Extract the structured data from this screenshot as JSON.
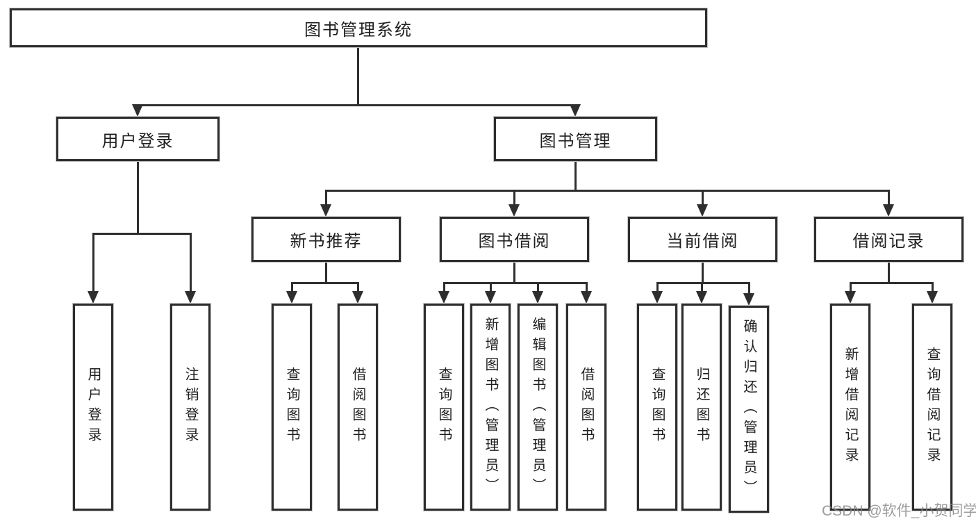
{
  "diagram": {
    "type": "hierarchy-tree",
    "colors": {
      "line": "#2e2e2e",
      "box_border": "#2e2e2e",
      "box_fill": "#ffffff",
      "text": "#1f1f1f",
      "watermark": "#868686"
    },
    "edges": {
      "root": [
        "login",
        "mgmt"
      ],
      "login": [
        "leaf_user_login",
        "leaf_logout"
      ],
      "mgmt": [
        "newbook",
        "borrow",
        "current",
        "record"
      ],
      "newbook": [
        "leaf_nb_query",
        "leaf_nb_borrow"
      ],
      "borrow": [
        "leaf_bw_query",
        "leaf_bw_add",
        "leaf_bw_edit",
        "leaf_bw_borrow"
      ],
      "current": [
        "leaf_cur_query",
        "leaf_cur_return",
        "leaf_cur_confirm"
      ],
      "record": [
        "leaf_rec_add",
        "leaf_rec_query"
      ]
    }
  },
  "nodes": {
    "root": {
      "label": "图书管理系统"
    },
    "login": {
      "label": "用户登录"
    },
    "mgmt": {
      "label": "图书管理"
    },
    "newbook": {
      "label": "新书推荐"
    },
    "borrow": {
      "label": "图书借阅"
    },
    "current": {
      "label": "当前借阅"
    },
    "record": {
      "label": "借阅记录"
    },
    "leaf_user_login": {
      "label": "用户登录"
    },
    "leaf_logout": {
      "label": "注销登录"
    },
    "leaf_nb_query": {
      "label": "查询图书"
    },
    "leaf_nb_borrow": {
      "label": "借阅图书"
    },
    "leaf_bw_query": {
      "label": "查询图书"
    },
    "leaf_bw_add": {
      "label": "新增图书（管理员）"
    },
    "leaf_bw_edit": {
      "label": "编辑图书（管理员）"
    },
    "leaf_bw_borrow": {
      "label": "借阅图书"
    },
    "leaf_cur_query": {
      "label": "查询图书"
    },
    "leaf_cur_return": {
      "label": "归还图书"
    },
    "leaf_cur_confirm": {
      "label": "确认归还（管理员）"
    },
    "leaf_rec_add": {
      "label": "新增借阅记录"
    },
    "leaf_rec_query": {
      "label": "查询借阅记录"
    }
  },
  "watermark": {
    "text": "CSDN @软件_小贺同学"
  }
}
